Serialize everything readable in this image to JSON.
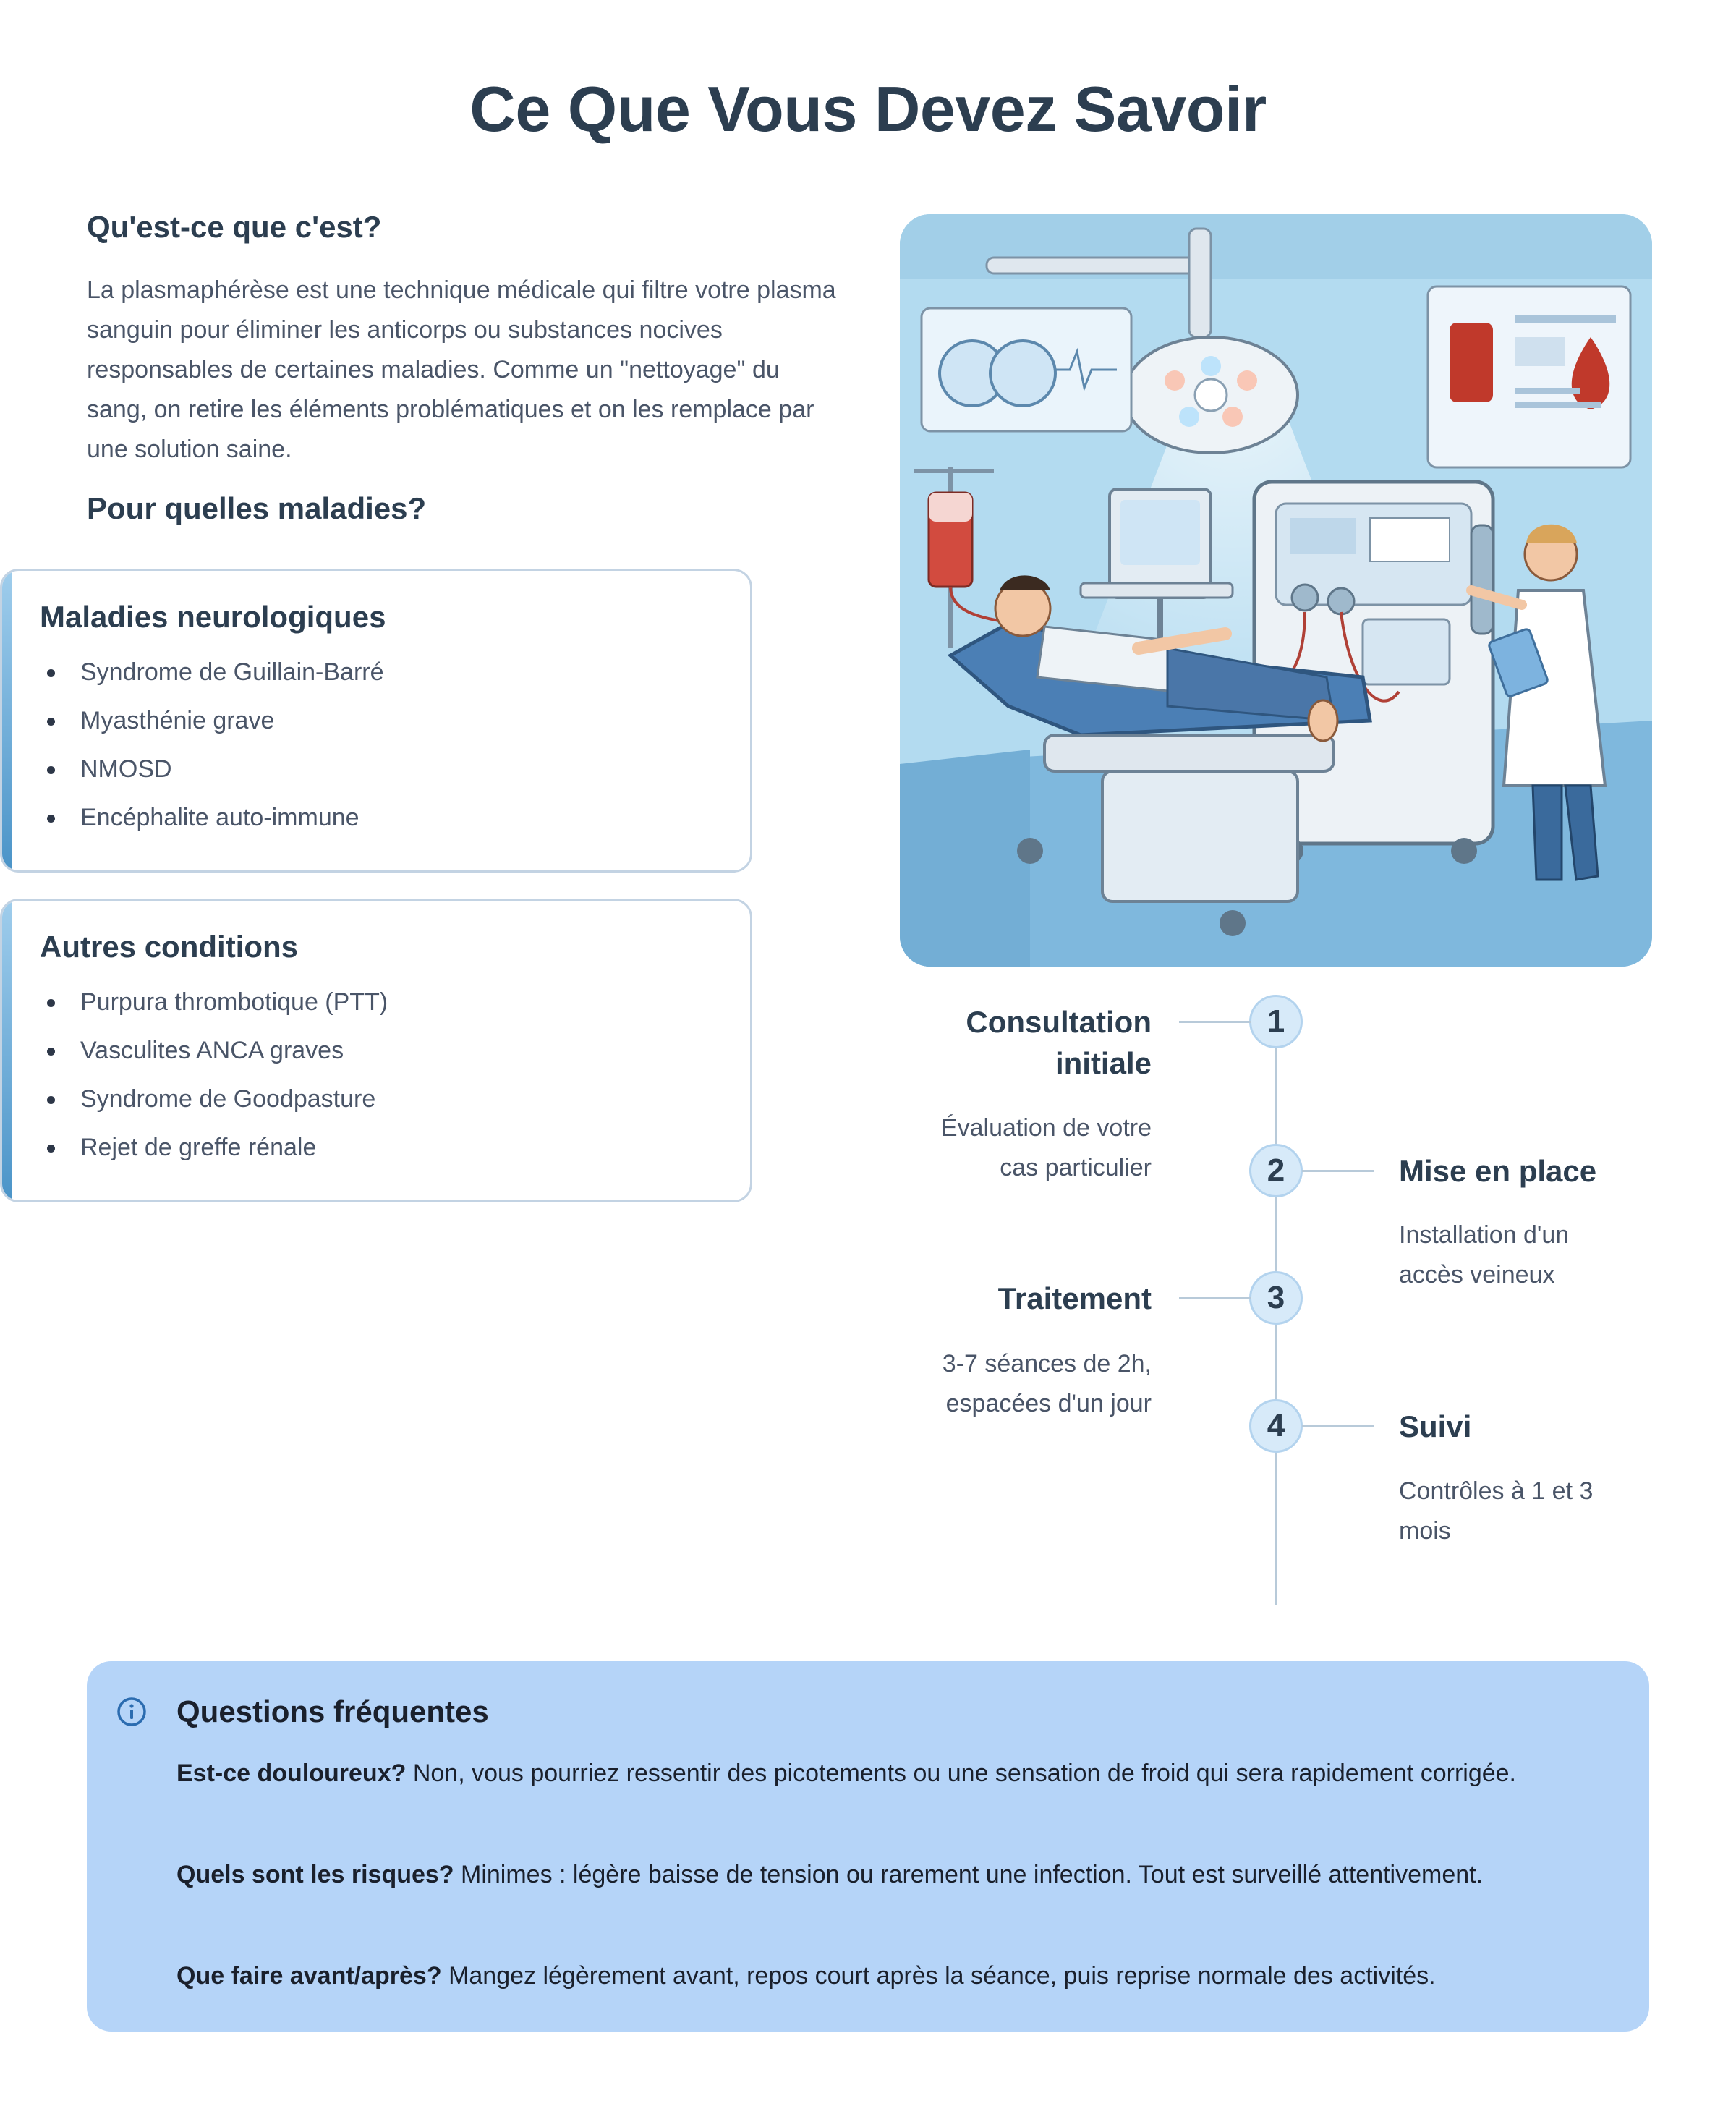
{
  "page": {
    "title": "Ce Que Vous Devez Savoir"
  },
  "intro": {
    "heading": "Qu'est-ce que c'est?",
    "text": "La plasmaphérèse est une technique médicale qui filtre votre plasma sanguin pour éliminer les anticorps ou substances nocives responsables de certaines maladies. Comme un \"nettoyage\" du sang, on retire les éléments problématiques et on les remplace par une solution saine."
  },
  "diseases": {
    "heading": "Pour quelles maladies?",
    "cards": [
      {
        "title": "Maladies neurologiques",
        "items": [
          "Syndrome de Guillain-Barré",
          "Myasthénie grave",
          "NMOSD",
          "Encéphalite auto-immune"
        ]
      },
      {
        "title": "Autres conditions",
        "items": [
          "Purpura thrombotique (PTT)",
          "Vasculites ANCA graves",
          "Syndrome de Goodpasture",
          "Rejet de greffe rénale"
        ]
      }
    ]
  },
  "timeline": {
    "steps": [
      {
        "number": "1",
        "title": "Consultation initiale",
        "description": "Évaluation de votre cas particulier"
      },
      {
        "number": "2",
        "title": "Mise en place",
        "description": "Installation d'un accès veineux"
      },
      {
        "number": "3",
        "title": "Traitement",
        "description": "3-7 séances de 2h, espacées d'un jour"
      },
      {
        "number": "4",
        "title": "Suivi",
        "description": "Contrôles à 1 et 3 mois"
      }
    ]
  },
  "faq": {
    "title": "Questions fréquentes",
    "icon": "info-icon",
    "items": [
      {
        "question": "Est-ce douloureux?",
        "answer": "Non, vous pourriez ressentir des picotements ou une sensation de froid qui sera rapidement corrigée."
      },
      {
        "question": "Quels sont les risques?",
        "answer": "Minimes : légère baisse de tension ou rarement une infection. Tout est surveillé attentivement."
      },
      {
        "question": "Que faire avant/après?",
        "answer": "Mangez légèrement avant, repos court après la séance, puis reprise normale des activités."
      }
    ]
  },
  "colors": {
    "heading": "#2c3e50",
    "body_text": "#4a5568",
    "card_border": "#c3d3e3",
    "card_accent": "#4b94c8",
    "faq_background": "#b5d4f8",
    "timeline_circle": "#d7eaf9",
    "illustration_background": "#a9d4ec"
  }
}
